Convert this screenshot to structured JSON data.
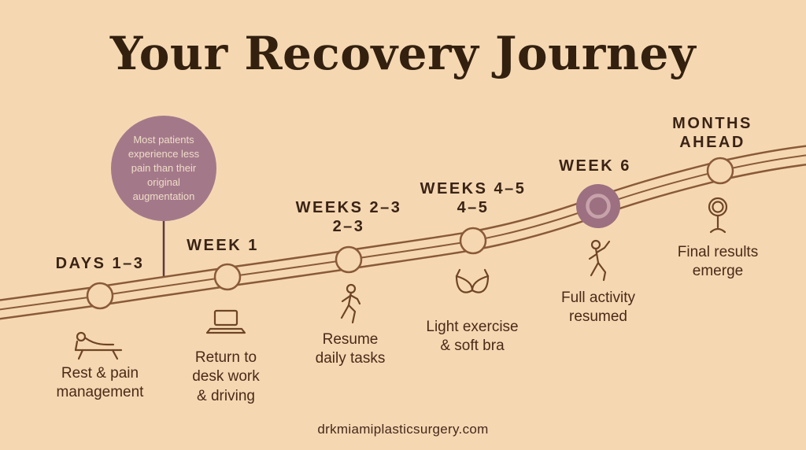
{
  "title": "Your Recovery Journey",
  "bubble": {
    "text": "Most patients experience less pain than their original augmentation"
  },
  "milestones": [
    {
      "label": "DAYS 1–3",
      "description": "Rest & pain management",
      "icon": "resting-person-icon"
    },
    {
      "label": "WEEK 1",
      "description": "Return to desk work & driving",
      "icon": "laptop-icon"
    },
    {
      "label": "WEEKS 2–3",
      "label2": "2–3",
      "description": "Resume daily tasks",
      "icon": "walking-person-icon"
    },
    {
      "label": "WEEKS 4–5",
      "label2": "4–5",
      "description": "Light exercise & soft bra",
      "icon": "bra-icon"
    },
    {
      "label": "WEEK 6",
      "description": "Full activity resumed",
      "icon": "stretching-person-icon"
    },
    {
      "label": "MONTHS AHEAD",
      "description": "Final results emerge",
      "icon": "hand-mirror-icon"
    }
  ],
  "footer": "drkmiamiplasticsurgery.com",
  "colors": {
    "background": "#f5d8b2",
    "title_text": "#33200f",
    "road": "#8a5a38",
    "bubble_fill": "#a3798a",
    "bubble_text": "#efdcc6",
    "accent_circle": "#9c7080",
    "accent_ring": "#c8a2aa",
    "body_text": "#4a2a17"
  }
}
